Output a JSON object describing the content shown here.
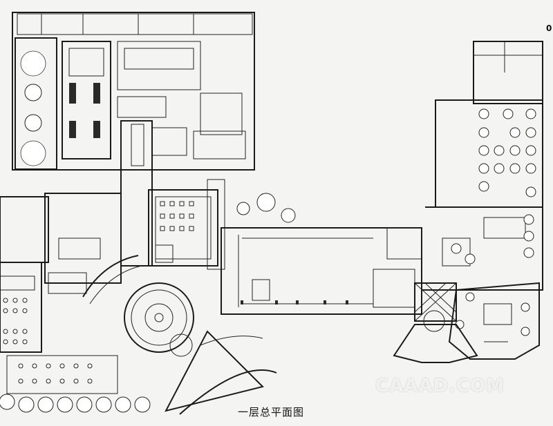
{
  "drawing": {
    "title": "一层总平面图",
    "watermark": "CAAAD.COM",
    "corner_mark": "0"
  }
}
